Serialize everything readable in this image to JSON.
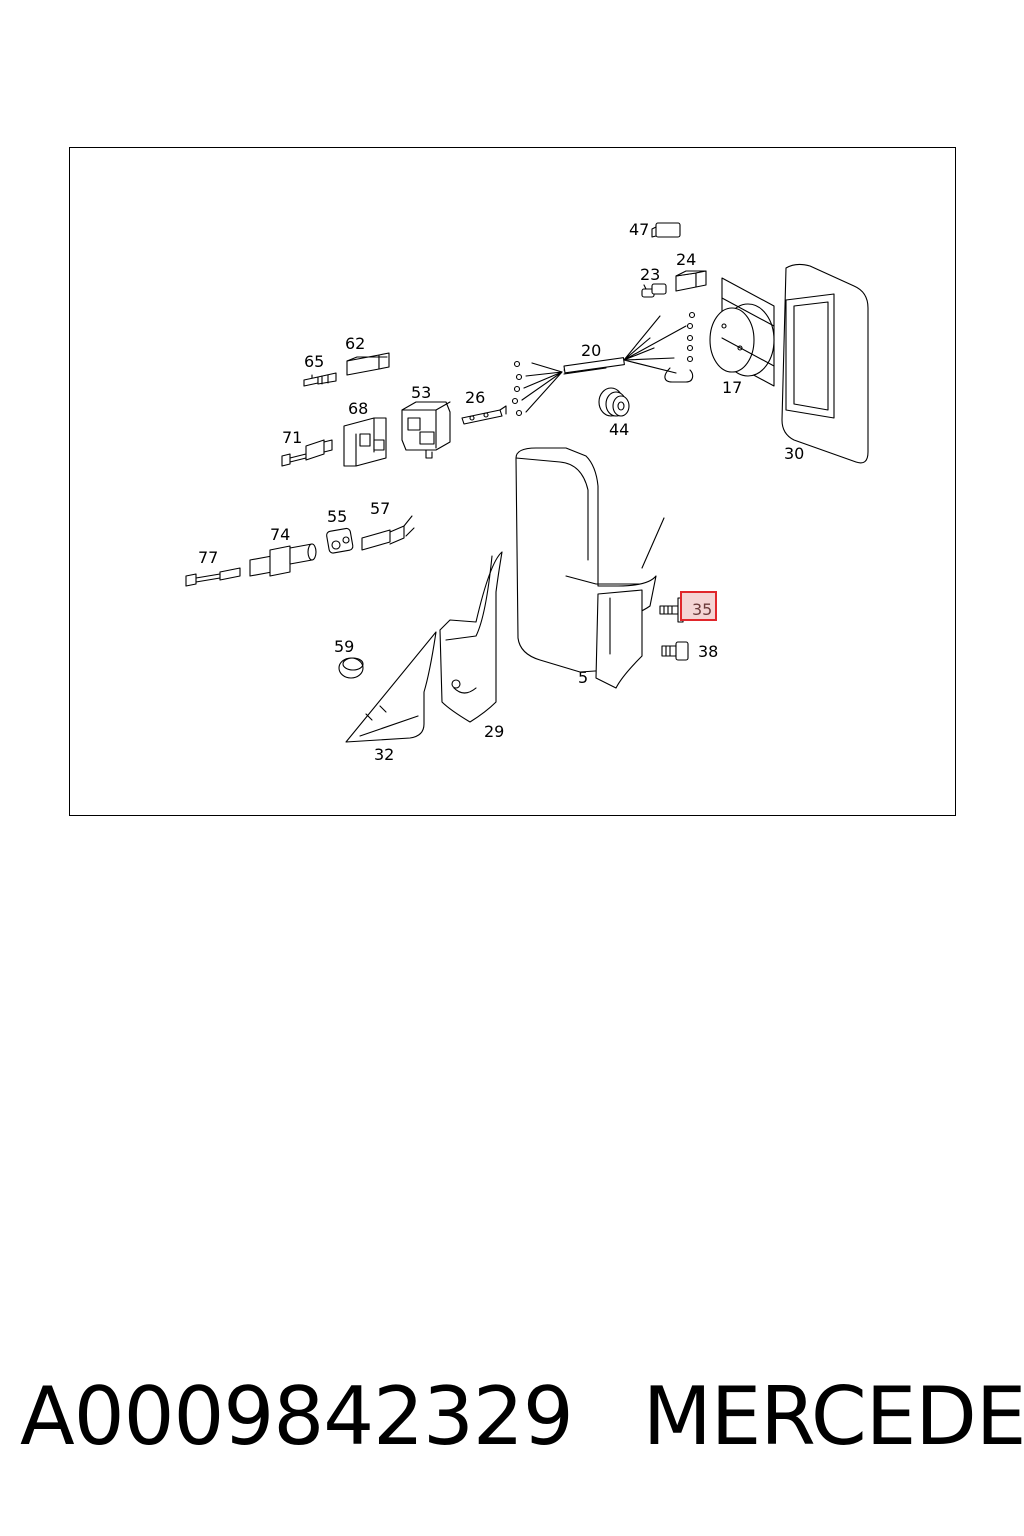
{
  "diagram": {
    "callouts": [
      {
        "id": "47",
        "label": "47"
      },
      {
        "id": "24",
        "label": "24"
      },
      {
        "id": "23",
        "label": "23"
      },
      {
        "id": "62",
        "label": "62"
      },
      {
        "id": "65",
        "label": "65"
      },
      {
        "id": "20",
        "label": "20"
      },
      {
        "id": "53",
        "label": "53"
      },
      {
        "id": "26",
        "label": "26"
      },
      {
        "id": "17",
        "label": "17"
      },
      {
        "id": "68",
        "label": "68"
      },
      {
        "id": "44",
        "label": "44"
      },
      {
        "id": "71",
        "label": "71"
      },
      {
        "id": "30",
        "label": "30"
      },
      {
        "id": "55",
        "label": "55"
      },
      {
        "id": "57",
        "label": "57"
      },
      {
        "id": "74",
        "label": "74"
      },
      {
        "id": "77",
        "label": "77"
      },
      {
        "id": "35",
        "label": "35"
      },
      {
        "id": "38",
        "label": "38"
      },
      {
        "id": "59",
        "label": "59"
      },
      {
        "id": "5",
        "label": "5"
      },
      {
        "id": "29",
        "label": "29"
      },
      {
        "id": "32",
        "label": "32"
      }
    ],
    "highlighted_callout": "35",
    "highlight_color": "#e0262b"
  },
  "footer": {
    "part_number": "A0009842329",
    "brand": "MERCEDES"
  }
}
